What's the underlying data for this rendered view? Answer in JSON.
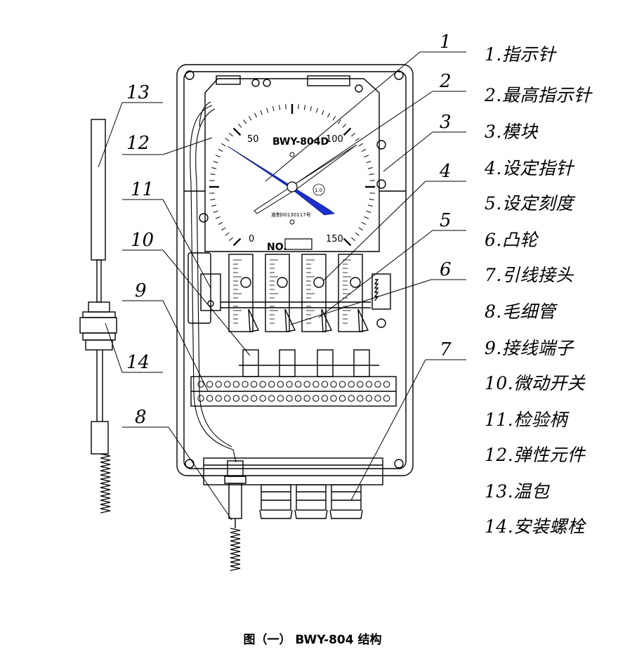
{
  "figure": {
    "caption": "图（一） BWY-804 结构",
    "gauge_model": "BWY-804D",
    "gauge_serial_text": "准制00130117号",
    "gauge_accuracy": "1.0",
    "nameplate_label": "NO.",
    "scale_ticks": [
      "0",
      "50",
      "100",
      "150"
    ],
    "pointer_color": "#1c2fd0"
  },
  "callouts": [
    "1",
    "2",
    "3",
    "4",
    "5",
    "6",
    "7",
    "8",
    "9",
    "10",
    "11",
    "12",
    "13",
    "14"
  ],
  "legend": [
    {
      "num": "1.",
      "text": "指示针"
    },
    {
      "num": "2.",
      "text": "最高指示针"
    },
    {
      "num": "3.",
      "text": "模块"
    },
    {
      "num": "4.",
      "text": "设定指针"
    },
    {
      "num": "5.",
      "text": "设定刻度"
    },
    {
      "num": "6.",
      "text": "凸轮"
    },
    {
      "num": "7.",
      "text": "引线接头"
    },
    {
      "num": "8.",
      "text": "毛细管"
    },
    {
      "num": "9.",
      "text": "接线端子"
    },
    {
      "num": "10.",
      "text": "微动开关"
    },
    {
      "num": "11.",
      "text": "检验柄"
    },
    {
      "num": "12.",
      "text": "弹性元件"
    },
    {
      "num": "13.",
      "text": "温包"
    },
    {
      "num": "14.",
      "text": "安装螺栓"
    }
  ]
}
